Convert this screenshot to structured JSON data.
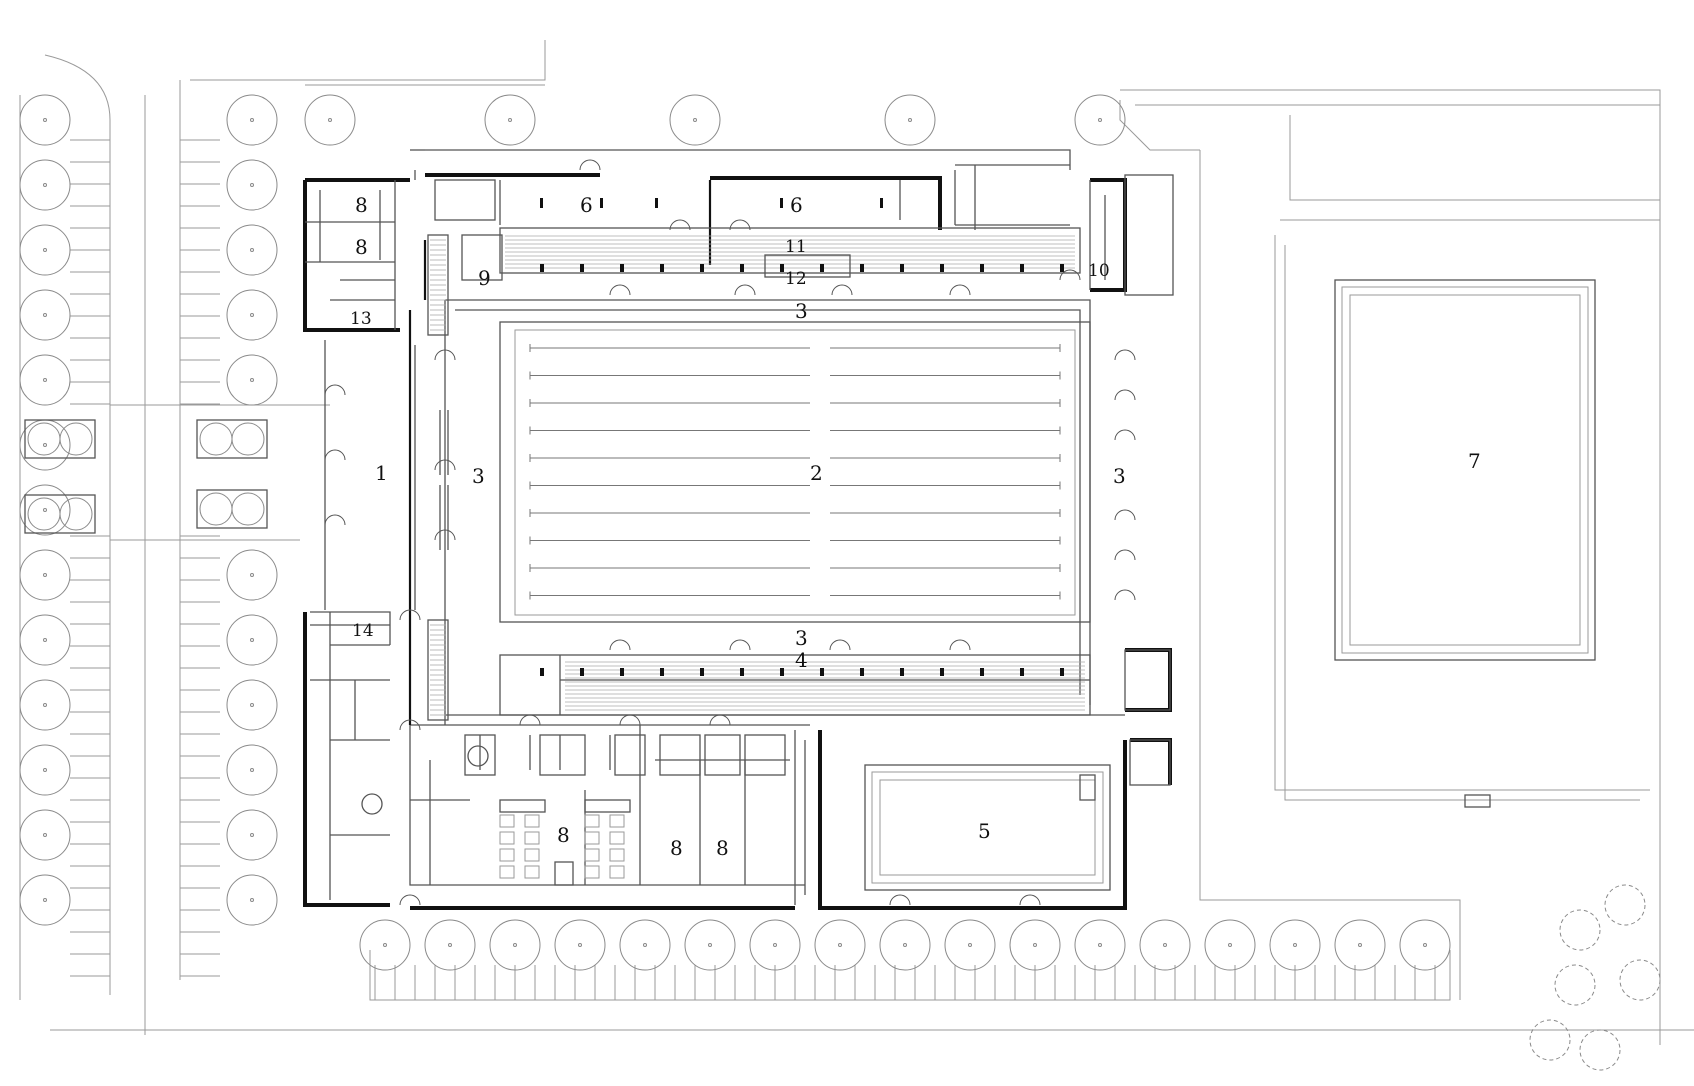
{
  "labels": {
    "lobby": "1",
    "main_pool": "2",
    "deck_north": "3",
    "deck_west": "3",
    "deck_east": "3",
    "deck_south": "3",
    "spectator_stands": "4",
    "training_pool": "5",
    "room_6a": "6",
    "room_6b": "6",
    "outdoor_pool": "7",
    "changing_nw_1": "8",
    "changing_nw_2": "8",
    "changing_main": "8",
    "changing_s1": "8",
    "changing_s2": "8",
    "room_9": "9",
    "room_10": "10",
    "room_11": "11",
    "room_12": "12",
    "room_13": "13",
    "room_14": "14"
  },
  "colors": {
    "wall": "#111111",
    "line": "#9a9a9a",
    "background": "#ffffff"
  },
  "pool": {
    "lanes": 10
  }
}
